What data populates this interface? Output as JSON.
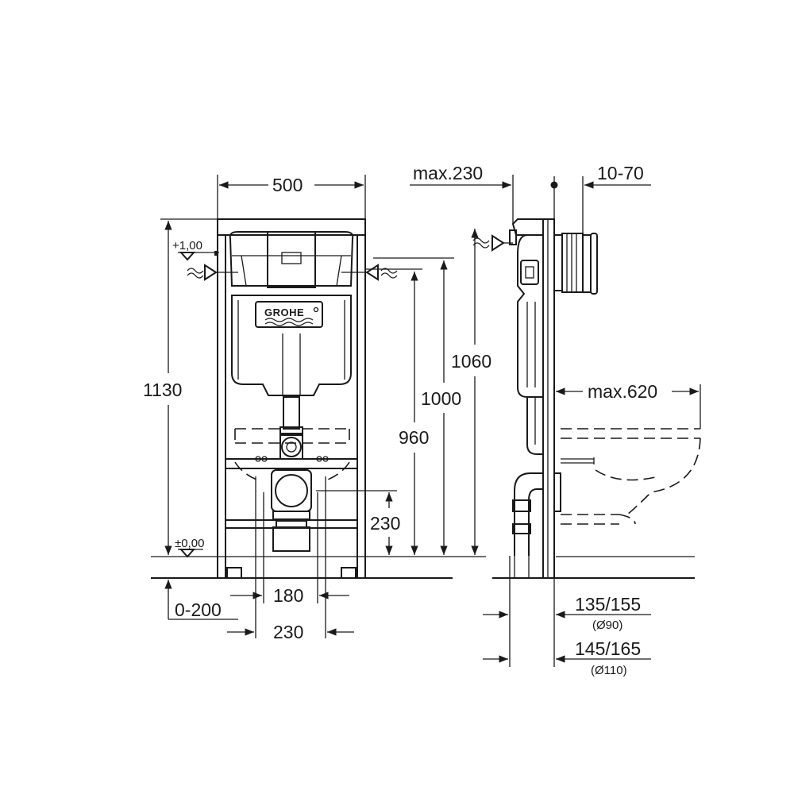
{
  "brand": {
    "logo_text": "GROHE"
  },
  "front_view": {
    "width": "500",
    "height_total": "1130",
    "level_top": "+1,00",
    "level_floor": "±0,00",
    "height_1060": "1060",
    "height_1000": "1000",
    "height_960": "960",
    "height_230": "230",
    "floor_adjust": "0-200",
    "spacing_180": "180",
    "spacing_230": "230"
  },
  "side_view": {
    "max_depth": "max.230",
    "wall_thickness": "10-70",
    "max_projection": "max.620",
    "pipe_90_offset": "135/155",
    "pipe_90_diameter": "(Ø90)",
    "pipe_110_offset": "145/165",
    "pipe_110_diameter": "(Ø110)"
  }
}
